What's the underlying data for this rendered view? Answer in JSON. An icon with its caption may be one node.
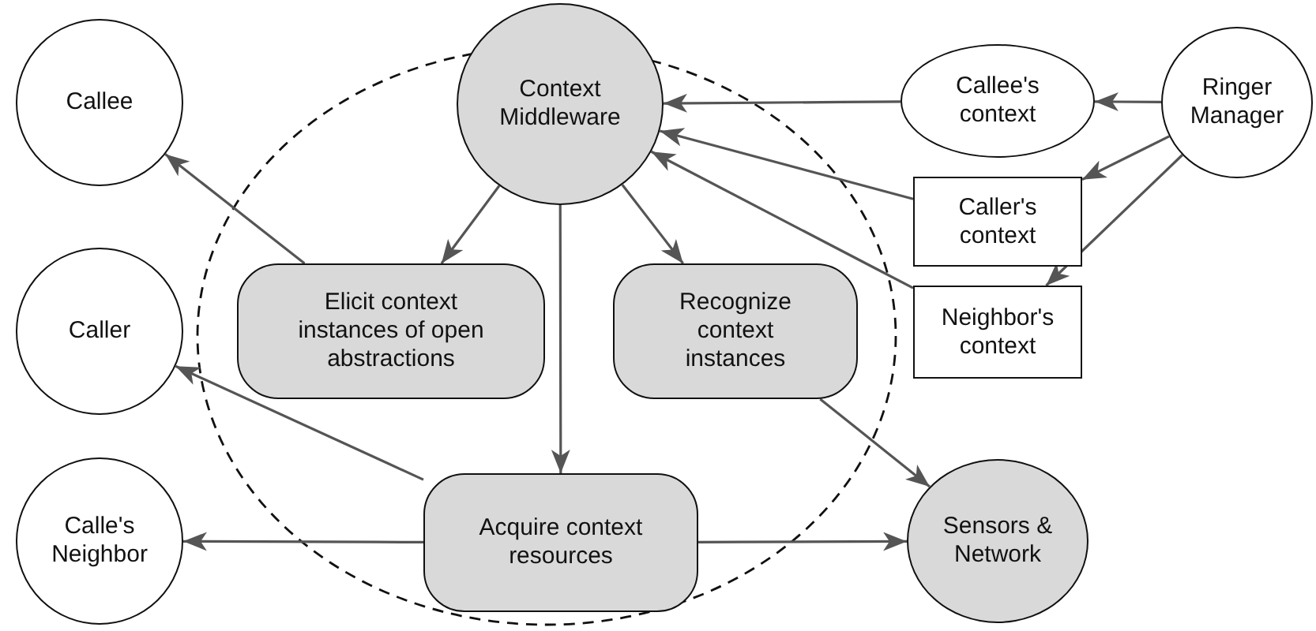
{
  "diagram": {
    "nodes": [
      {
        "text": [
          "Callee"
        ]
      },
      {
        "text": [
          "Context Middleware"
        ]
      },
      {
        "text": [
          "Callee's context"
        ]
      },
      {
        "text": [
          "Ringer Manager"
        ]
      },
      {
        "text": [
          "Caller's context"
        ]
      },
      {
        "text": [
          "Elicit context instances of open abstractions"
        ]
      },
      {
        "text": [
          "Recognize context instances"
        ]
      },
      {
        "text": [
          "Neighbor's context"
        ]
      },
      {
        "text": [
          "Caller"
        ]
      },
      {
        "text": [
          "Calle's Neighbor"
        ]
      },
      {
        "text": [
          "Acquire context resources"
        ]
      },
      {
        "text": [
          "Sensors & Network"
        ]
      }
    ],
    "edges": [
      {
        "from": 5,
        "to": 0,
        "arrow": "to"
      },
      {
        "from": 1,
        "to": 5,
        "arrow": "to"
      },
      {
        "from": 1,
        "to": 10,
        "arrow": "to"
      },
      {
        "from": 1,
        "to": 6,
        "arrow": "to"
      },
      {
        "from": 2,
        "to": 1,
        "arrow": "to"
      },
      {
        "from": 3,
        "to": 2,
        "arrow": "to"
      },
      {
        "from": 3,
        "to": 4,
        "arrow": "to"
      },
      {
        "from": 4,
        "to": 1,
        "arrow": "to"
      },
      {
        "from": 3,
        "to": 7,
        "arrow": "to"
      },
      {
        "from": 7,
        "to": 1,
        "arrow": "to"
      },
      {
        "from": 6,
        "to": 11,
        "arrow": "to"
      },
      {
        "from": 10,
        "to": 8,
        "arrow": "to"
      },
      {
        "from": 10,
        "to": 9,
        "arrow": "to"
      },
      {
        "from": 10,
        "to": 11,
        "arrow": "to"
      }
    ]
  }
}
